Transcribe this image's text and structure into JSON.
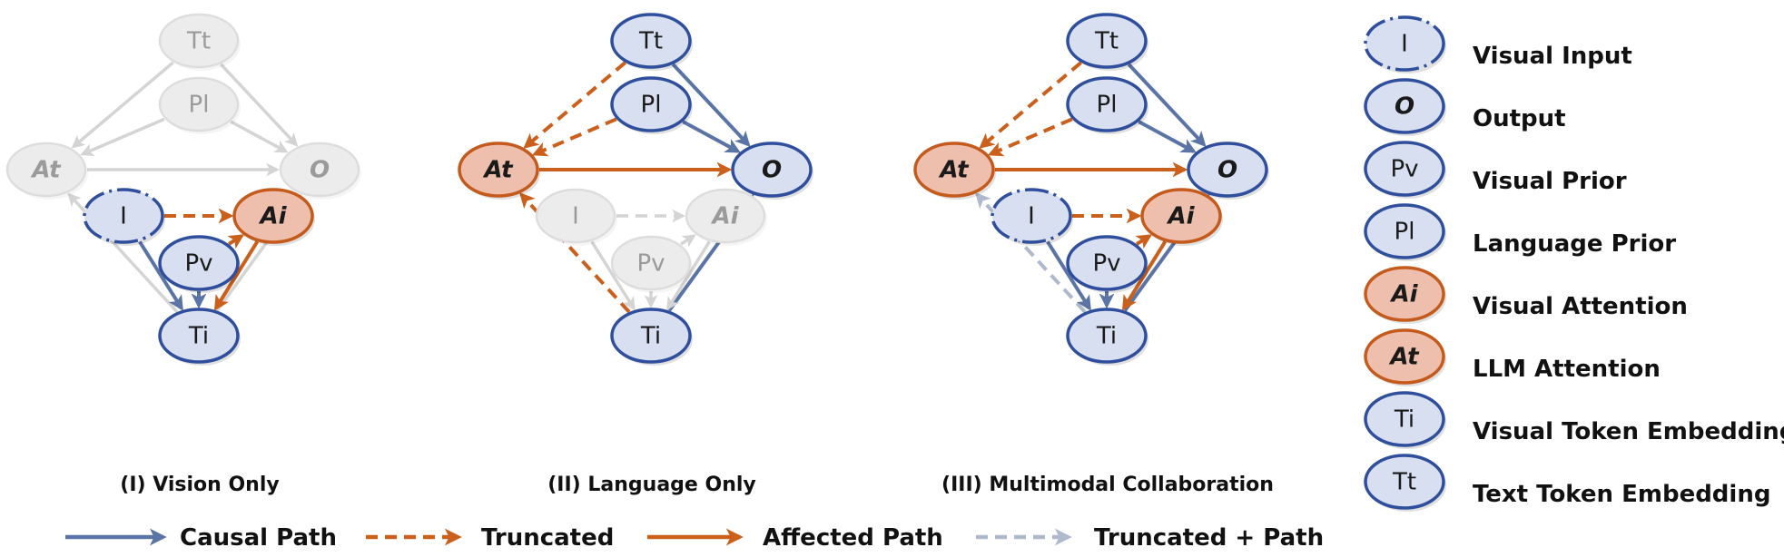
{
  "colors": {
    "causal": "#5a74a6",
    "truncated": "#cb5f1c",
    "affected": "#cb5f1c",
    "truncated_path": "#aeb9cc",
    "faded": "#d4d4d4",
    "blue_node_fill": "#d7dff0",
    "blue_node_stroke": "#2f4f9c",
    "orange_node_fill": "#edbfac",
    "orange_node_stroke": "#c45a1c",
    "faded_node_fill": "#ececec",
    "faded_node_stroke": "#dddddd"
  },
  "node_labels": {
    "Tt": "Tt",
    "Pl": "Pl",
    "At": "At",
    "O": "O",
    "I": "I",
    "Ai": "Ai",
    "Pv": "Pv",
    "Ti": "Ti"
  },
  "panels": [
    {
      "id": "vision-only",
      "caption": "(I) Vision Only",
      "node_styles": {
        "Tt": "faded",
        "Pl": "faded",
        "At": "faded",
        "O": "faded",
        "I": "blue-dotted",
        "Ai": "orange",
        "Pv": "blue",
        "Ti": "blue"
      },
      "edges": [
        {
          "from": "Tt",
          "to": "At",
          "style": "faded"
        },
        {
          "from": "Tt",
          "to": "O",
          "style": "faded"
        },
        {
          "from": "Pl",
          "to": "At",
          "style": "faded"
        },
        {
          "from": "Pl",
          "to": "O",
          "style": "faded"
        },
        {
          "from": "At",
          "to": "O",
          "style": "faded"
        },
        {
          "from": "Ti",
          "to": "At",
          "style": "faded"
        },
        {
          "from": "Ti",
          "to": "O",
          "style": "faded"
        },
        {
          "from": "I",
          "to": "Ai",
          "style": "truncated"
        },
        {
          "from": "Pv",
          "to": "Ai",
          "style": "affected"
        },
        {
          "from": "I",
          "to": "Ti",
          "style": "causal"
        },
        {
          "from": "Pv",
          "to": "Ti",
          "style": "causal"
        },
        {
          "from": "Ai",
          "to": "Ti",
          "style": "affected"
        }
      ]
    },
    {
      "id": "language-only",
      "caption": "(II) Language Only",
      "node_styles": {
        "Tt": "blue",
        "Pl": "blue",
        "At": "orange",
        "O": "blue",
        "I": "faded",
        "Ai": "faded",
        "Pv": "faded",
        "Ti": "blue"
      },
      "edges": [
        {
          "from": "Tt",
          "to": "At",
          "style": "truncated"
        },
        {
          "from": "Tt",
          "to": "O",
          "style": "causal"
        },
        {
          "from": "Pl",
          "to": "At",
          "style": "truncated"
        },
        {
          "from": "Pl",
          "to": "O",
          "style": "causal"
        },
        {
          "from": "At",
          "to": "O",
          "style": "affected"
        },
        {
          "from": "Ti",
          "to": "At",
          "style": "truncated"
        },
        {
          "from": "Ti",
          "to": "O",
          "style": "causal"
        },
        {
          "from": "I",
          "to": "Ai",
          "style": "faded-dashed"
        },
        {
          "from": "Pv",
          "to": "Ai",
          "style": "faded"
        },
        {
          "from": "I",
          "to": "Ti",
          "style": "faded"
        },
        {
          "from": "Pv",
          "to": "Ti",
          "style": "faded"
        },
        {
          "from": "Ai",
          "to": "Ti",
          "style": "faded"
        }
      ]
    },
    {
      "id": "multimodal-collaboration",
      "caption": "(III) Multimodal Collaboration",
      "node_styles": {
        "Tt": "blue",
        "Pl": "blue",
        "At": "orange",
        "O": "blue",
        "I": "blue-dotted",
        "Ai": "orange",
        "Pv": "blue",
        "Ti": "blue"
      },
      "edges": [
        {
          "from": "Tt",
          "to": "At",
          "style": "truncated"
        },
        {
          "from": "Tt",
          "to": "O",
          "style": "causal"
        },
        {
          "from": "Pl",
          "to": "At",
          "style": "truncated"
        },
        {
          "from": "Pl",
          "to": "O",
          "style": "causal"
        },
        {
          "from": "At",
          "to": "O",
          "style": "affected"
        },
        {
          "from": "Ti",
          "to": "At",
          "style": "truncated_path"
        },
        {
          "from": "Ti",
          "to": "O",
          "style": "causal"
        },
        {
          "from": "I",
          "to": "Ai",
          "style": "truncated"
        },
        {
          "from": "Pv",
          "to": "Ai",
          "style": "affected"
        },
        {
          "from": "I",
          "to": "Ti",
          "style": "causal"
        },
        {
          "from": "Pv",
          "to": "Ti",
          "style": "causal"
        },
        {
          "from": "Ai",
          "to": "Ti",
          "style": "affected"
        }
      ]
    }
  ],
  "bottom_legend": [
    {
      "style": "causal",
      "label": "Causal Path"
    },
    {
      "style": "truncated",
      "label": "Truncated"
    },
    {
      "style": "affected",
      "label": "Affected Path"
    },
    {
      "style": "truncated_path",
      "label": "Truncated + Path"
    }
  ],
  "node_legend": [
    {
      "node": "I",
      "style": "blue-dotted",
      "label": "Visual Input"
    },
    {
      "node": "O",
      "style": "blue",
      "label": "Output"
    },
    {
      "node": "Pv",
      "style": "blue",
      "label": "Visual Prior"
    },
    {
      "node": "Pl",
      "style": "blue",
      "label": "Language Prior"
    },
    {
      "node": "Ai",
      "style": "orange",
      "label": "Visual Attention"
    },
    {
      "node": "At",
      "style": "orange",
      "label": "LLM Attention"
    },
    {
      "node": "Ti",
      "style": "blue",
      "label": "Visual Token Embedding"
    },
    {
      "node": "Tt",
      "style": "blue",
      "label": "Text Token Embedding"
    }
  ]
}
